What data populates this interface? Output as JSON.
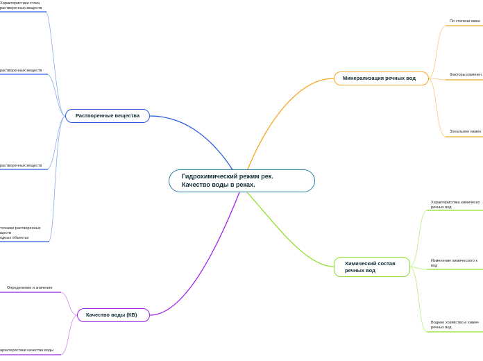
{
  "colors": {
    "blue": "#2b5ce0",
    "orange": "#f5a623",
    "green": "#8ee02a",
    "purple": "#a020f0",
    "root_border": "#2f7fa8",
    "light_blue": "#8aaae8",
    "light_orange": "#f6c77a",
    "light_green": "#b6ee7a",
    "light_purple": "#cf8ee6"
  },
  "root": {
    "line1": "Гидрохимический режим рек.",
    "line2": "Качество воды в реках."
  },
  "branches": {
    "dissolved": {
      "label": "Растворенные вещества",
      "leaves": [
        "Характеристики стока",
        "растворенных веществ",
        "растворенных веществ",
        "растворенных веществ",
        "точники растворенных",
        "ществ",
        "одных объектах"
      ]
    },
    "mineralization": {
      "label": "Минерализация речных вод",
      "leaves": [
        "По степени мине",
        "Факторы изменен",
        "Зональное измен"
      ]
    },
    "chemical": {
      "label_line1": "Химический состав",
      "label_line2": "речных вод",
      "leaves": [
        "Характеристика химическо",
        "речных вод",
        "Изменение химического к",
        "вод",
        "Водное хозяйство и химич",
        "речных вод"
      ]
    },
    "quality": {
      "label": "Качество воды (КВ)",
      "leaves": [
        "Определение и значение",
        "арактеристики качества воды"
      ]
    }
  }
}
